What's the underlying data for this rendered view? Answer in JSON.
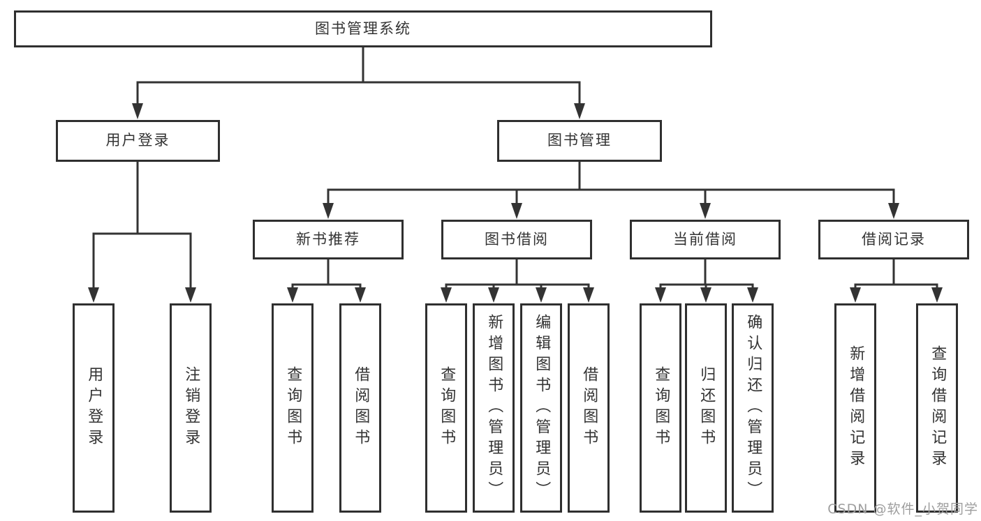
{
  "tree": {
    "root": {
      "label": "图书管理系统"
    },
    "branches": [
      {
        "label": "用户登录",
        "children": [
          {
            "label": "用户登录"
          },
          {
            "label": "注销登录"
          }
        ]
      },
      {
        "label": "图书管理",
        "children": [
          {
            "label": "新书推荐",
            "children": [
              {
                "label": "查询图书"
              },
              {
                "label": "借阅图书"
              }
            ]
          },
          {
            "label": "图书借阅",
            "children": [
              {
                "label": "查询图书"
              },
              {
                "label": "新增图书（管理员）"
              },
              {
                "label": "编辑图书（管理员）"
              },
              {
                "label": "借阅图书"
              }
            ]
          },
          {
            "label": "当前借阅",
            "children": [
              {
                "label": "查询图书"
              },
              {
                "label": "归还图书"
              },
              {
                "label": "确认归还（管理员）"
              }
            ]
          },
          {
            "label": "借阅记录",
            "children": [
              {
                "label": "新增借阅记录"
              },
              {
                "label": "查询借阅记录"
              }
            ]
          }
        ]
      }
    ]
  },
  "watermark": "CSDN @软件_小贺同学",
  "colors": {
    "line": "#333333",
    "box_border": "#2f2f2f",
    "text": "#333333",
    "watermark": "#9e9e9e",
    "background": "#ffffff"
  }
}
